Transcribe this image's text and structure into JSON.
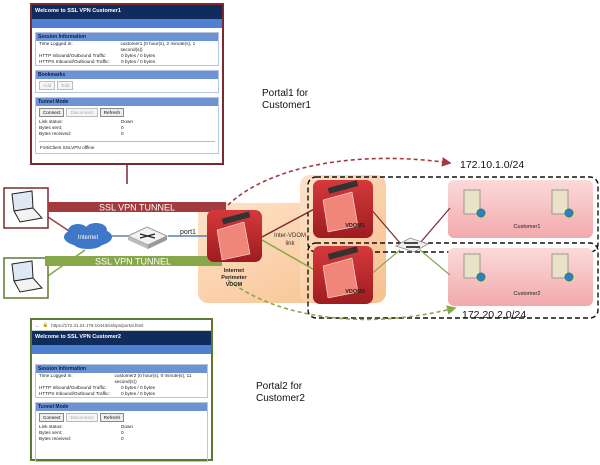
{
  "portal1": {
    "title": "Welcome to SSL VPN Customer1",
    "session": {
      "heading": "Session Information",
      "rows": [
        {
          "label": "Time Logged In:",
          "value": "customer1 (0 hour(s), 2 minute(s), 1 second(s))"
        },
        {
          "label": "HTTP Inbound/Outbound Traffic:",
          "value": "0 bytes / 0 bytes"
        },
        {
          "label": "HTTPS Inbound/Outbound Traffic:",
          "value": "0 bytes / 0 bytes"
        }
      ]
    },
    "bookmarks": {
      "heading": "Bookmarks",
      "add_label": "Add",
      "edit_label": "Edit"
    },
    "tunnel": {
      "heading": "Tunnel Mode",
      "connect_label": "Connect",
      "disconnect_label": "Disconnect",
      "refresh_label": "Refresh",
      "rows": [
        {
          "label": "Link status:",
          "value": "Down"
        },
        {
          "label": "Bytes sent:",
          "value": "0"
        },
        {
          "label": "Bytes received:",
          "value": "0"
        }
      ]
    },
    "footer": "FortiClient SSLVPN offline",
    "caption_line1": "Portal1 for",
    "caption_line2": "Customer1"
  },
  "portal2": {
    "url": "https://172.31.24.176:10443/sslvpn/portal.html",
    "title": "Welcome to SSL VPN Customer2",
    "session": {
      "heading": "Session Information",
      "rows": [
        {
          "label": "Time Logged In:",
          "value": "customer2 (0 hour(s), 0 minute(s), 11 second(s))"
        },
        {
          "label": "HTTP Inbound/Outbound Traffic:",
          "value": "0 bytes / 0 bytes"
        },
        {
          "label": "HTTPS Inbound/Outbound Traffic:",
          "value": "0 bytes / 0 bytes"
        }
      ]
    },
    "tunnel": {
      "heading": "Tunnel Mode",
      "connect_label": "Connect",
      "disconnect_label": "Disconnect",
      "refresh_label": "Refresh",
      "rows": [
        {
          "label": "Link status:",
          "value": "Down"
        },
        {
          "label": "Bytes sent:",
          "value": "0"
        },
        {
          "label": "Bytes received:",
          "value": "0"
        }
      ]
    },
    "caption_line1": "Portal2 for",
    "caption_line2": "Customer2"
  },
  "diagram": {
    "tunnel1_label": "SSL VPN TUNNEL",
    "tunnel2_label": "SSL VPN TUNNEL",
    "internet_label": "Internet",
    "port_label": "port1",
    "perimeter_label": [
      "Internet",
      "Perimeter",
      "VDOM"
    ],
    "intervdom_label": [
      "Inter-VDOM",
      "link"
    ],
    "vdom1_label": "VDOM1",
    "vdom2_label": "VDOM2",
    "customer1_label": "Customer1",
    "customer2_label": "Customer2",
    "subnet1": "172.10.1.0/24",
    "subnet2": "172.20.2.0/24",
    "colors": {
      "customer1": "#a33a3e",
      "customer2": "#86a84a",
      "firewall": "#c02a2e",
      "vdom_area": "#fbd3ad",
      "lan_zone": "#f7c3c5",
      "portal_header": "#0f2c5c"
    }
  }
}
